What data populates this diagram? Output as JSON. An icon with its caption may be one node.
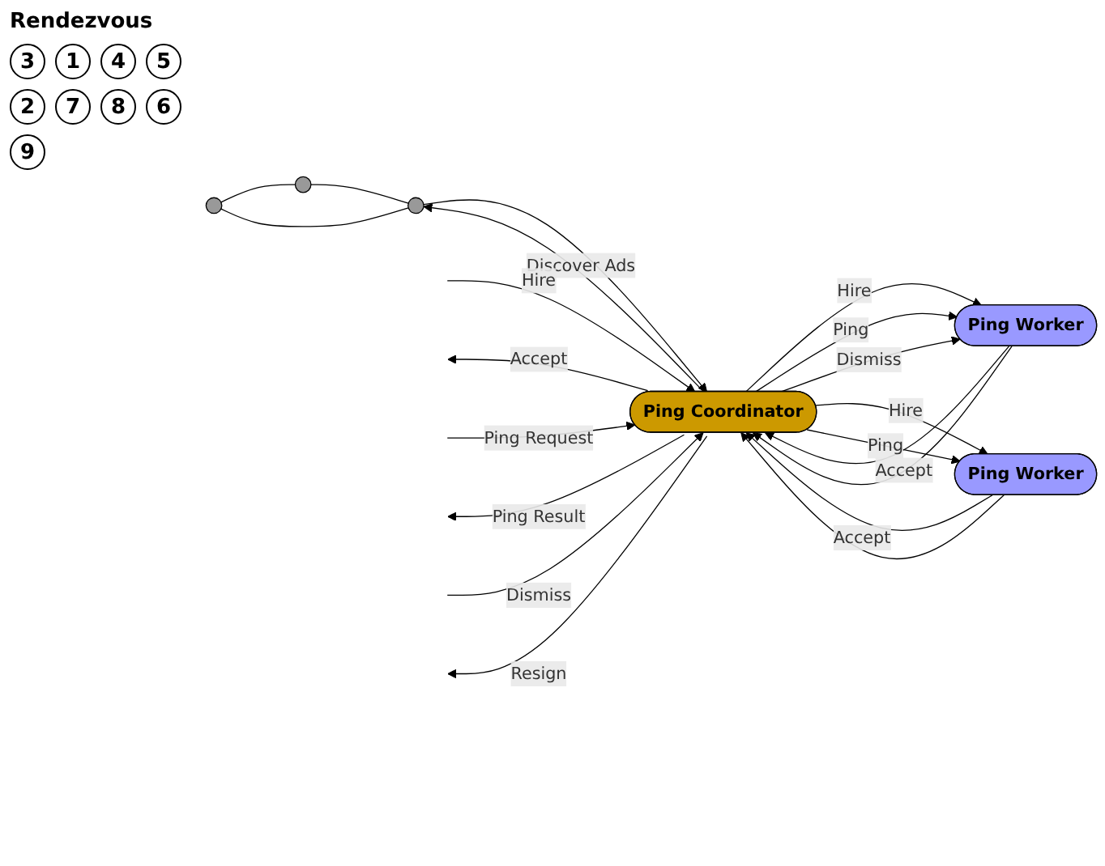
{
  "diagram": {
    "nodes": [
      {
        "text": [],
        "shape": "circle"
      },
      {
        "text": [],
        "shape": "circle"
      },
      {
        "text": [],
        "shape": "circle"
      },
      {
        "text": [
          "Ping Coordinator"
        ]
      },
      {
        "text": [
          "Ping Worker"
        ]
      },
      {
        "text": [
          "Ping Worker"
        ]
      }
    ],
    "edges": [
      {
        "from": 0,
        "to": 1,
        "arrow": "none"
      },
      {
        "from": 0,
        "to": 2,
        "arrow": "none"
      },
      {
        "from": 1,
        "to": 2,
        "arrow": "none"
      },
      {
        "from": 3,
        "to": 2,
        "arrow": "to",
        "label": "Discover Ads"
      },
      {
        "from": 2,
        "to": 3,
        "arrow": "to"
      },
      {
        "from": null,
        "to": 3,
        "arrow": "to",
        "label": "Hire"
      },
      {
        "from": 3,
        "to": null,
        "arrow": "to",
        "label": "Accept"
      },
      {
        "from": null,
        "to": 3,
        "arrow": "to",
        "label": "Ping Request"
      },
      {
        "from": 3,
        "to": null,
        "arrow": "to",
        "label": "Ping Result"
      },
      {
        "from": null,
        "to": 3,
        "arrow": "to",
        "label": "Dismiss"
      },
      {
        "from": 3,
        "to": null,
        "arrow": "to",
        "label": "Resign"
      },
      {
        "from": 3,
        "to": 4,
        "arrow": "to",
        "label": "Hire"
      },
      {
        "from": 4,
        "to": 3,
        "arrow": "to",
        "label": "Accept"
      },
      {
        "from": 3,
        "to": 4,
        "arrow": "to",
        "label": "Ping"
      },
      {
        "from": 4,
        "to": 3,
        "arrow": "to"
      },
      {
        "from": 3,
        "to": 4,
        "arrow": "to",
        "label": "Dismiss"
      },
      {
        "from": 3,
        "to": 5,
        "arrow": "to",
        "label": "Hire"
      },
      {
        "from": 5,
        "to": 3,
        "arrow": "to",
        "label": "Accept"
      },
      {
        "from": 3,
        "to": 5,
        "arrow": "to",
        "label": "Ping"
      },
      {
        "from": 5,
        "to": 3,
        "arrow": "to"
      }
    ],
    "labels": [
      "Rendezvous",
      "3",
      "1",
      "4",
      "5",
      "2",
      "7",
      "8",
      "6",
      "9"
    ]
  }
}
